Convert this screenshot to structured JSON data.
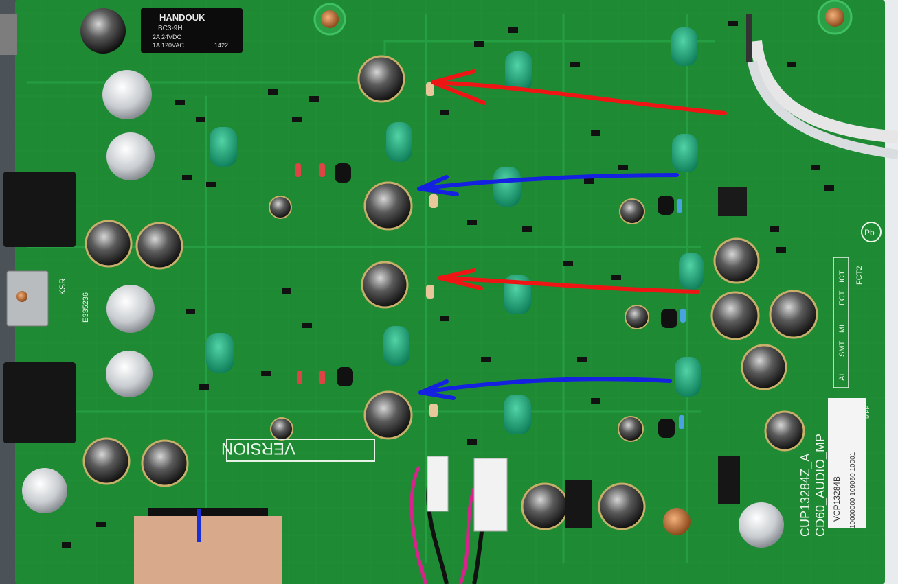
{
  "image": {
    "relay": {
      "brand": "HANDOUK",
      "model": "BC3-9H",
      "rating_1": "2A  24VDC",
      "rating_2": "1A  120VAC",
      "code": "1422"
    },
    "silkscreen": {
      "version": "VERSION",
      "board_id": "CUP13284Z_A",
      "board_name": "CD60_AUDIO_MP",
      "cert_1": "KSR",
      "cert_2": "E335236",
      "label_left_vert": "VCP13284B",
      "label_serial": "10000000 109050 10001",
      "mpp": "MPP",
      "pb_mark": "Pb",
      "test_codes": [
        "ICT",
        "FCT",
        "SMT",
        "MI",
        "AI"
      ],
      "fct2": "FCT2"
    },
    "colors": {
      "pcb": "#1f8a34",
      "pcb_dark": "#146a26",
      "trace": "#27a343",
      "arrow_red": "#f01515",
      "arrow_blue": "#1521e0",
      "teal_cap": "#20a57e"
    },
    "annotations": {
      "red_arrows": 2,
      "blue_arrows": 2
    }
  }
}
